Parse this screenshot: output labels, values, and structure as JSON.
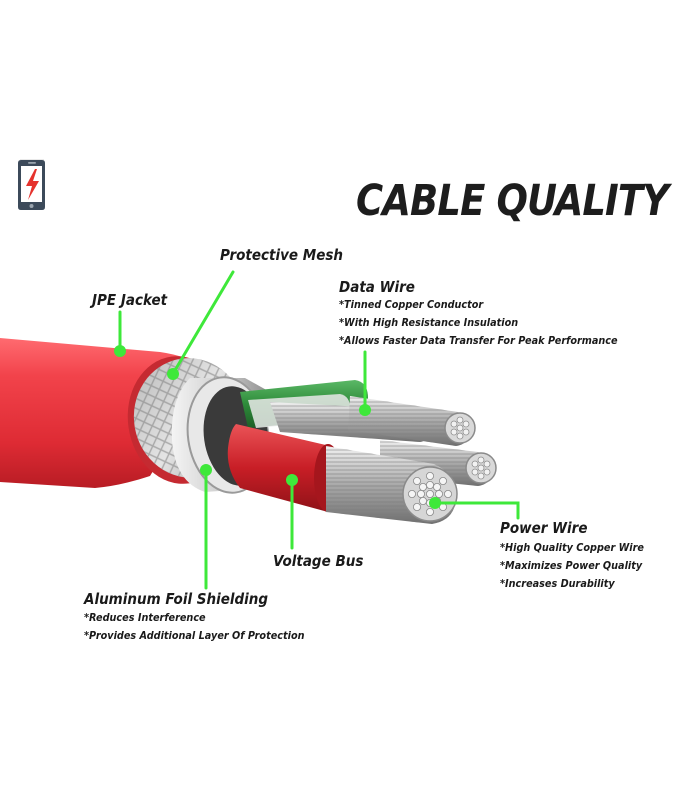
{
  "title": "CABLE QUALITY",
  "colors": {
    "jacket": "#e8313a",
    "pointer": "#3ee83a",
    "foil": "#d9d9d9",
    "data_wire_insulation": "#2e8b3a",
    "power_wire_insulation": "#c81e26",
    "copper_strands": "#cfcfcf",
    "logo_bolt": "#e5322d"
  },
  "icons": {
    "logo": "phone-charging-bolt-icon"
  },
  "labels": {
    "protective_mesh": {
      "title": "Protective Mesh"
    },
    "jpe_jacket": {
      "title": "JPE Jacket"
    },
    "data_wire": {
      "title": "Data Wire",
      "lines": [
        "*Tinned Copper Conductor",
        "*With High Resistance Insulation",
        "*Allows Faster Data Transfer For Peak Performance"
      ]
    },
    "power_wire": {
      "title": "Power Wire",
      "lines": [
        "*High Quality Copper Wire",
        "*Maximizes Power Quality",
        "*Increases Durability"
      ]
    },
    "voltage_bus": {
      "title": "Voltage Bus"
    },
    "aluminum_foil": {
      "title": "Aluminum Foil Shielding",
      "lines": [
        "*Reduces Interference",
        "*Provides Additional Layer Of Protection"
      ]
    }
  }
}
